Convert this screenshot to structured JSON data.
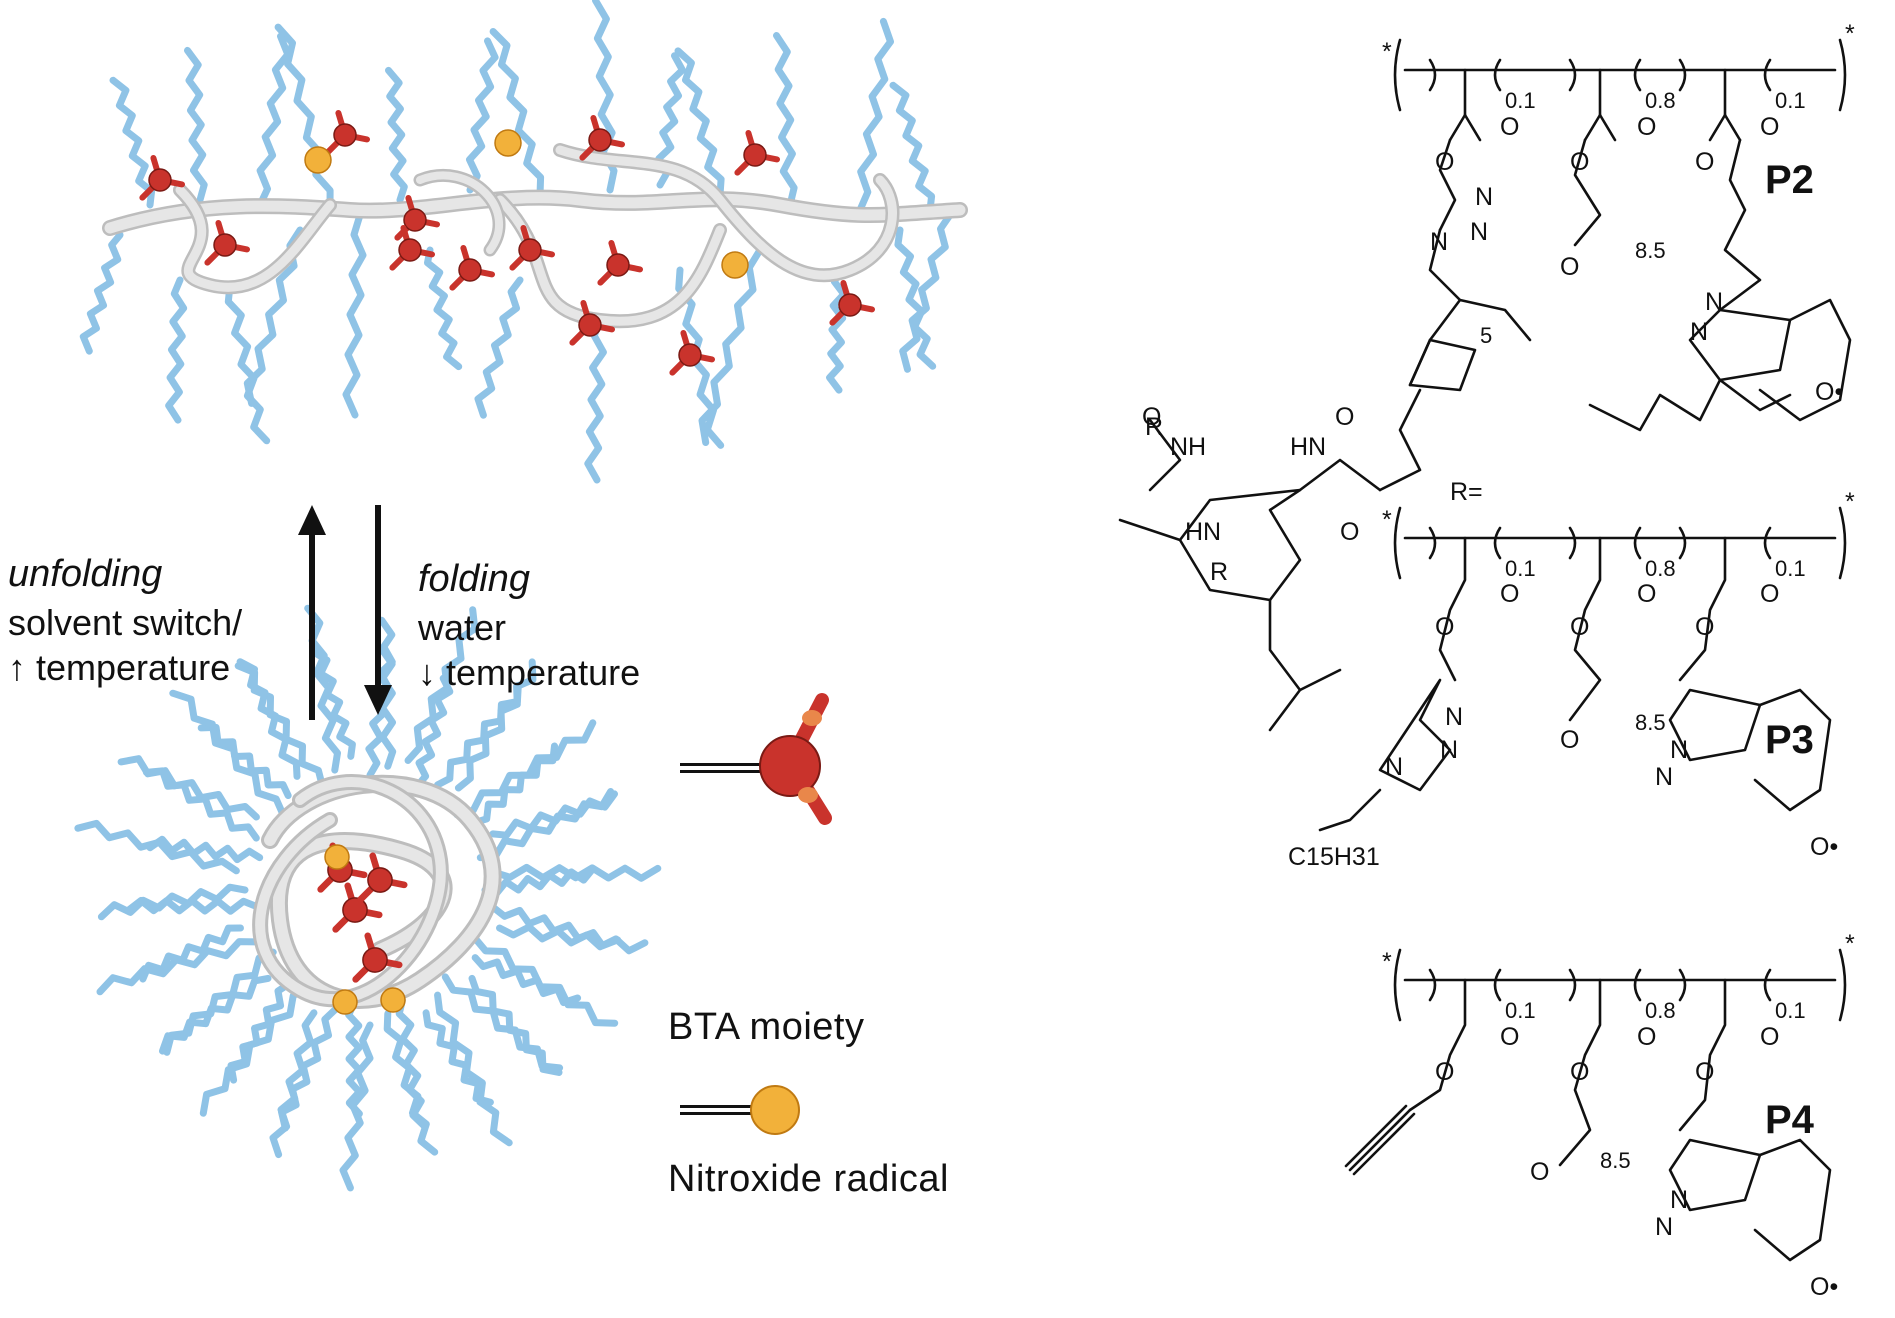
{
  "process": {
    "unfolding_title": "unfolding",
    "unfolding_line1": "solvent switch/",
    "unfolding_line2": "↑ temperature",
    "folding_title": "folding",
    "folding_line1": "water",
    "folding_line2": "↓ temperature"
  },
  "legend": {
    "bta_label": "BTA moiety",
    "radical_label": "Nitroxide radical"
  },
  "polymers": [
    {
      "label": "P2",
      "sub_a": "0.1",
      "sub_b": "0.8",
      "sub_c": "0.1",
      "peg": "8.5",
      "spacer": "5"
    },
    {
      "label": "P3",
      "sub_a": "0.1",
      "sub_b": "0.8",
      "sub_c": "0.1",
      "peg": "8.5"
    },
    {
      "label": "P4",
      "sub_a": "0.1",
      "sub_b": "0.8",
      "sub_c": "0.1",
      "peg": "8.5"
    }
  ],
  "chem_labels": {
    "r_def": "R=",
    "r": "R",
    "nh": "NH",
    "hn": "HN",
    "o": "O",
    "n": "N",
    "no_radical": "O•",
    "alkyl": "C15H31",
    "star": "*"
  },
  "colors": {
    "chain": "#8fc3e6",
    "backbone": "#d2d2d2",
    "bta": "#c9332c",
    "radical": "#f2b13a",
    "ink": "#111111"
  }
}
